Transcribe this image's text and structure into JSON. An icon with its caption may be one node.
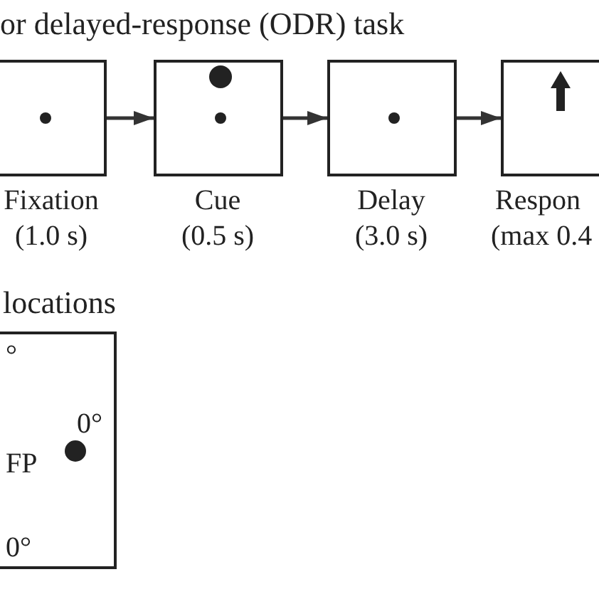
{
  "diagram": {
    "title": "or delayed-response (ODR) task",
    "nodes": [
      {
        "text": [],
        "shape": "box",
        "beside": [
          "Fixation",
          "(1.0 s)"
        ]
      },
      {
        "text": [],
        "shape": "box",
        "beside": [
          "Cue",
          "(0.5 s)"
        ]
      },
      {
        "text": [],
        "shape": "box",
        "beside": [
          "Delay",
          "(3.0 s)"
        ]
      },
      {
        "text": [],
        "shape": "box",
        "beside": [
          "Respon",
          "(max 0.4"
        ]
      },
      {
        "text": [
          "°",
          "0°",
          "FP",
          "0°"
        ]
      }
    ],
    "edges": [
      {
        "from": 0,
        "to": 1,
        "arrow": "to"
      },
      {
        "from": 1,
        "to": 2,
        "arrow": "to"
      },
      {
        "from": 2,
        "to": 3,
        "arrow": "to"
      }
    ],
    "labels": [
      "locations"
    ]
  }
}
